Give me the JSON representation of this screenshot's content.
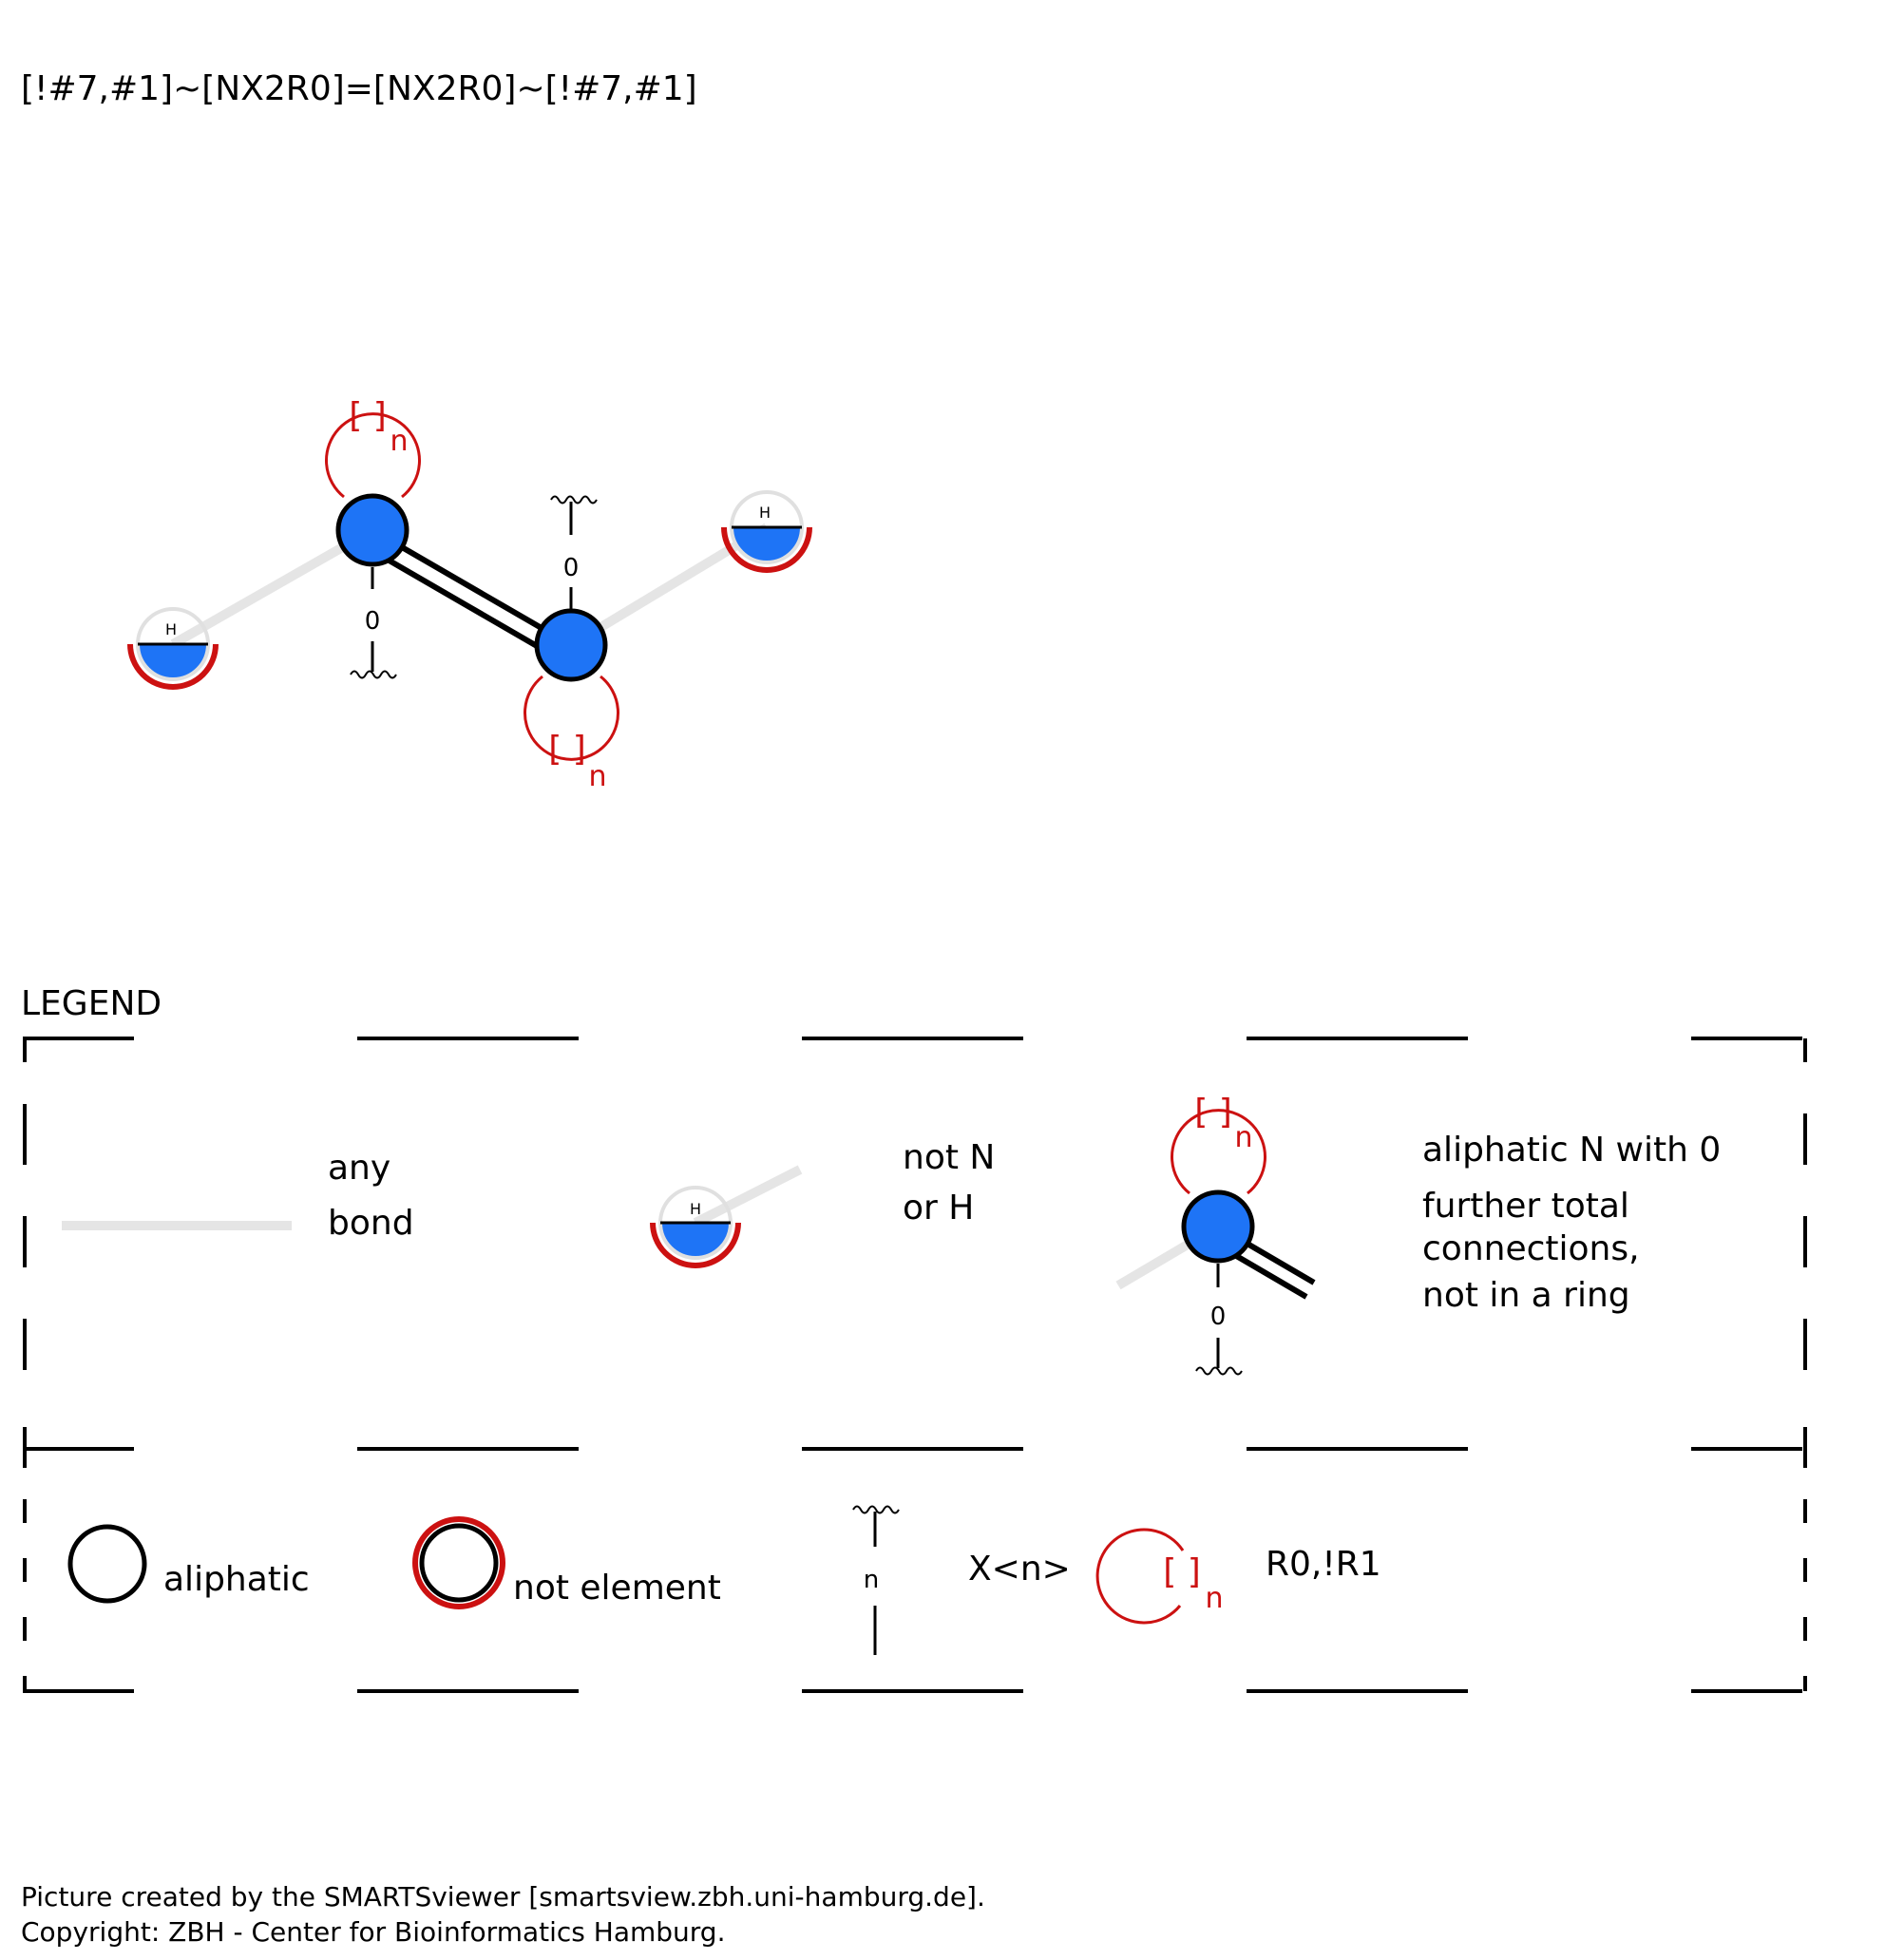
{
  "smarts": "[!#7,#1]~[NX2R0]=[NX2R0]~[!#7,#1]",
  "colors": {
    "atom_fill": "#1e74f6",
    "red": "#cc1111",
    "black": "#000000",
    "any_bond": "#e5e5e5"
  },
  "molecule": {
    "h_label": "H",
    "degree_value": "0",
    "ring_label": "[ ]",
    "ring_sub": "n"
  },
  "legend": {
    "title": "LEGEND",
    "any_bond": [
      "any",
      "bond"
    ],
    "not_n_or_h": [
      "not N",
      "or H"
    ],
    "aliphatic_n": [
      "aliphatic N with 0",
      "further total",
      "connections,",
      "not in a ring"
    ],
    "aliphatic": "aliphatic",
    "not_element": "not element",
    "degree_n": "n",
    "degree_label": "X<n>",
    "ring_label": "[ ]",
    "ring_sub": "n",
    "ring_spec": "R0,!R1"
  },
  "footer": {
    "line1": "Picture created by the SMARTSviewer [smartsview.zbh.uni-hamburg.de].",
    "line2": "Copyright: ZBH - Center for Bioinformatics Hamburg."
  }
}
